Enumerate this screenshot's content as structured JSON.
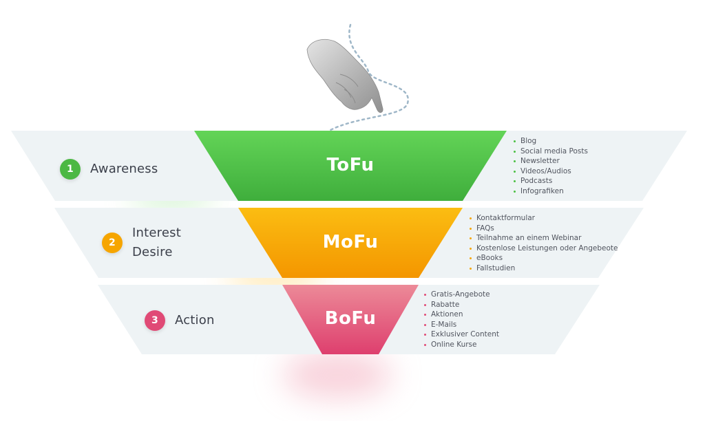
{
  "colors": {
    "green": "#4cc044",
    "orange": "#f6a500",
    "pink": "#e04a76",
    "band": "#eef3f5",
    "path": "#9fb7c8"
  },
  "hand_icon": "pointing-hand-icon",
  "stages": [
    {
      "number": "1",
      "label_lines": [
        "Awareness"
      ],
      "funnel_title": "ToFu",
      "items": [
        "Blog",
        "Social media Posts",
        "Newsletter",
        "Videos/Audios",
        "Podcasts",
        "Infografiken"
      ]
    },
    {
      "number": "2",
      "label_lines": [
        "Interest",
        "Desire"
      ],
      "funnel_title": "MoFu",
      "items": [
        "Kontaktformular",
        "FAQs",
        "Teilnahme an einem Webinar",
        "Kostenlose Leistungen oder Angebeote",
        "eBooks",
        "Fallstudien"
      ]
    },
    {
      "number": "3",
      "label_lines": [
        "Action"
      ],
      "funnel_title": "BoFu",
      "items": [
        "Gratis-Angebote",
        "Rabatte",
        "Aktionen",
        "E-Mails",
        "Exklusiver Content",
        "Online Kurse"
      ]
    }
  ]
}
